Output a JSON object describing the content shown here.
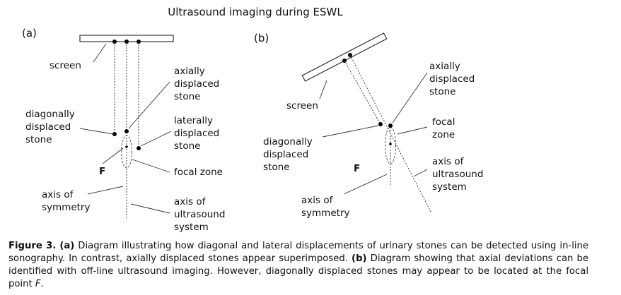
{
  "title": "Ultrasound imaging during ESWL",
  "panel_a": {
    "label": "(a)",
    "screen": "screen",
    "diagonally_displaced_stone": [
      "diagonally",
      "displaced",
      "stone"
    ],
    "axially_displaced_stone": [
      "axially",
      "displaced",
      "stone"
    ],
    "laterally_displaced_stone": [
      "laterally",
      "displaced",
      "stone"
    ],
    "focal_zone": "focal zone",
    "focal_point": "F",
    "axis_of_symmetry": [
      "axis of",
      "symmetry"
    ],
    "axis_of_ultrasound_system": [
      "axis of",
      "ultrasound",
      "system"
    ]
  },
  "panel_b": {
    "label": "(b)",
    "screen": "screen",
    "axially_displaced_stone": [
      "axially",
      "displaced",
      "stone"
    ],
    "focal_zone": [
      "focal",
      "zone"
    ],
    "diagonally_displaced_stone": [
      "diagonally",
      "displaced",
      "stone"
    ],
    "focal_point": "F",
    "axis_of_ultrasound_system": [
      "axis of",
      "ultrasound",
      "system"
    ],
    "axis_of_symmetry": [
      "axis of",
      "symmetry"
    ]
  },
  "caption": {
    "figure_label": "Figure 3.",
    "a_label": "(a)",
    "a_text": " Diagram illustrating how diagonal and lateral displacements of urinary stones can be detected using in-line sonography. In contrast, axially displaced stones appear superimposed. ",
    "b_label": "(b)",
    "b_text": " Diagram showing that axial deviations can be identified with off-line ultrasound imaging. However, diagonally displaced stones may appear to be located at the focal point ",
    "focal_point": "F",
    "end": "."
  }
}
